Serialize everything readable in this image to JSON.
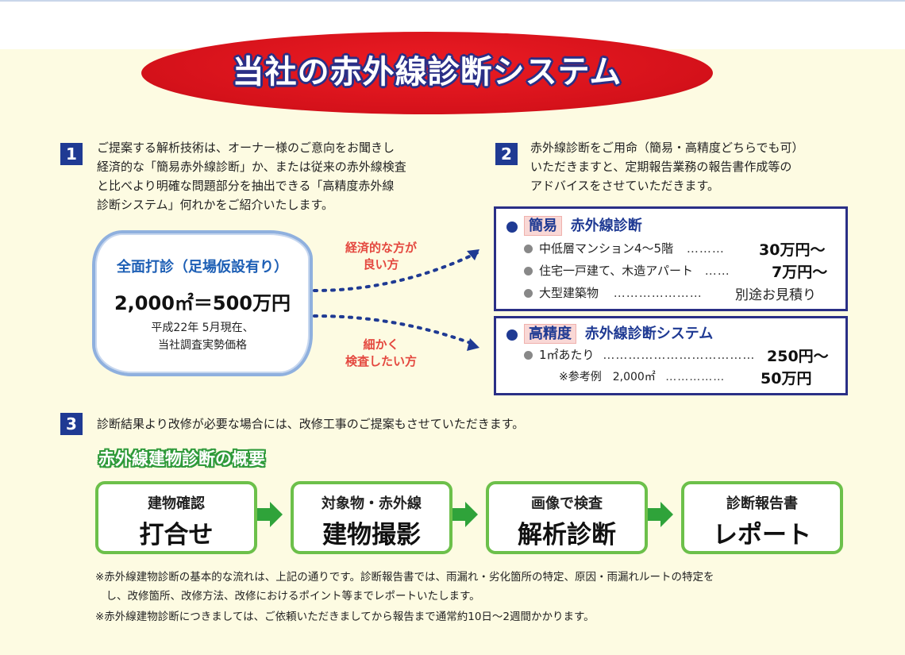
{
  "title": "当社の赤外線診断システム",
  "section1": {
    "num": "1",
    "lines": [
      "ご提案する解析技術は、オーナー様のご意向をお聞きし",
      "経済的な「簡易赤外線診断」か、または従来の赤外線検査",
      "と比べより明確な問題部分を抽出できる「高精度赤外線",
      "診断システム」何れかをご紹介いたします。"
    ]
  },
  "cloud": {
    "heading": "全面打診（足場仮設有り）",
    "price": "2,000㎡＝500万円",
    "note1": "平成22年 5月現在、",
    "note2": "当社調査実勢価格"
  },
  "labels": {
    "economy_1": "経済的な方が",
    "economy_2": "良い方",
    "detail_1": "細かく",
    "detail_2": "検査したい方"
  },
  "section2": {
    "num": "2",
    "lines": [
      "赤外線診断をご用命（簡易・高精度どちらでも可）",
      "いただきますと、定期報告業務の報告書作成等の",
      "アドバイスをさせていただきます。"
    ]
  },
  "simple_box": {
    "tag": "簡易",
    "heading": "赤外線診断",
    "rows": [
      {
        "label": "中低層マンション4〜5階",
        "leader": "………",
        "price": "30万円〜"
      },
      {
        "label": "住宅一戸建て、木造アパート",
        "leader": "……",
        "price": "7万円〜"
      },
      {
        "label": "大型建築物",
        "leader": "…………………",
        "price": "別途お見積り"
      }
    ]
  },
  "precise_box": {
    "tag": "高精度",
    "heading": "赤外線診断システム",
    "row1": {
      "label": "1㎡あたり",
      "leader": "………………………………",
      "price": "250円〜"
    },
    "row2": {
      "label": "※参考例　2,000㎡",
      "leader": "……………",
      "price": "50万円"
    }
  },
  "section3": {
    "num": "3",
    "text": "診断結果より改修が必要な場合には、改修工事のご提案もさせていただきます。"
  },
  "overview_title": "赤外線建物診断の概要",
  "steps": [
    {
      "small": "建物確認",
      "big": "打合せ"
    },
    {
      "small": "対象物・赤外線",
      "big": "建物撮影"
    },
    {
      "small": "画像で検査",
      "big": "解析診断"
    },
    {
      "small": "診断報告書",
      "big": "レポート"
    }
  ],
  "footnotes": [
    "※赤外線建物診断の基本的な流れは、上記の通りです。診断報告書では、雨漏れ・劣化箇所の特定、原因・雨漏れルートの特定を",
    "　し、改修箇所、改修方法、改修におけるポイント等までレポートいたします。",
    "※赤外線建物診断につきましては、ご依頼いただきましてから報告まで通常約10日〜2週間かかります。"
  ],
  "colors": {
    "navy": "#1f3a93",
    "red": "#d4111a",
    "green": "#6cc04a",
    "cream": "#fdfbe2"
  }
}
